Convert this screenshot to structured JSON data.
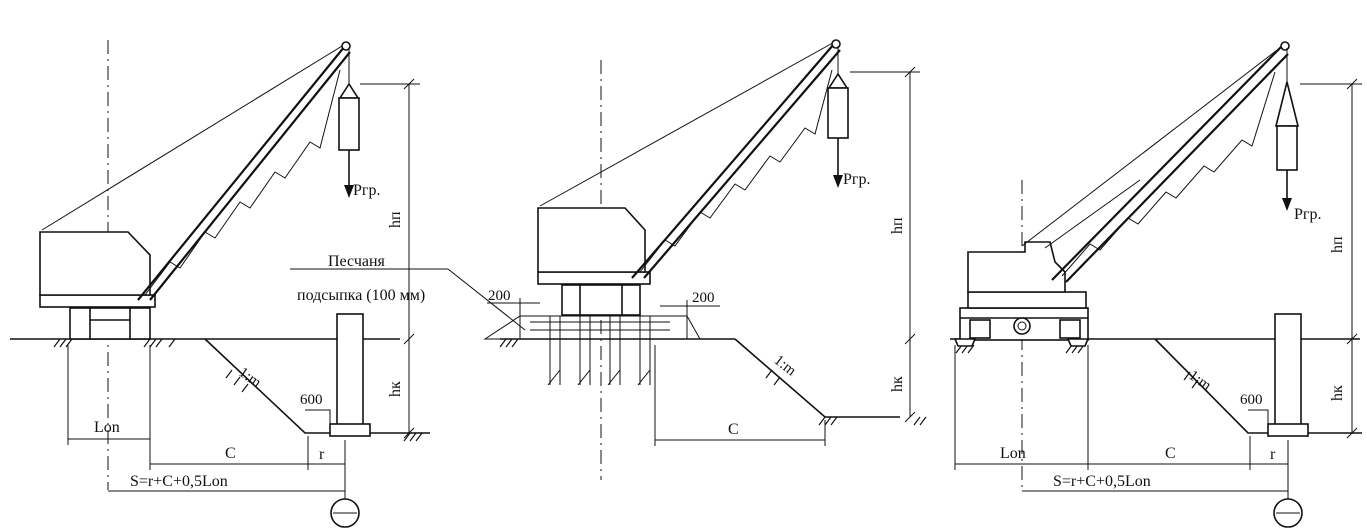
{
  "labels": {
    "load": "Pгр.",
    "lift_height": "hп",
    "pit_depth": "hк",
    "slope": "1:m",
    "clearance_600": "600",
    "support_length": "Lon",
    "slope_projection": "C",
    "radius": "r",
    "reach_formula": "S=r+C+0,5Lon",
    "sand_bed_line1": "Песчаня",
    "sand_bed_line2": "подсыпка (100 мм)",
    "offset_200": "200"
  }
}
